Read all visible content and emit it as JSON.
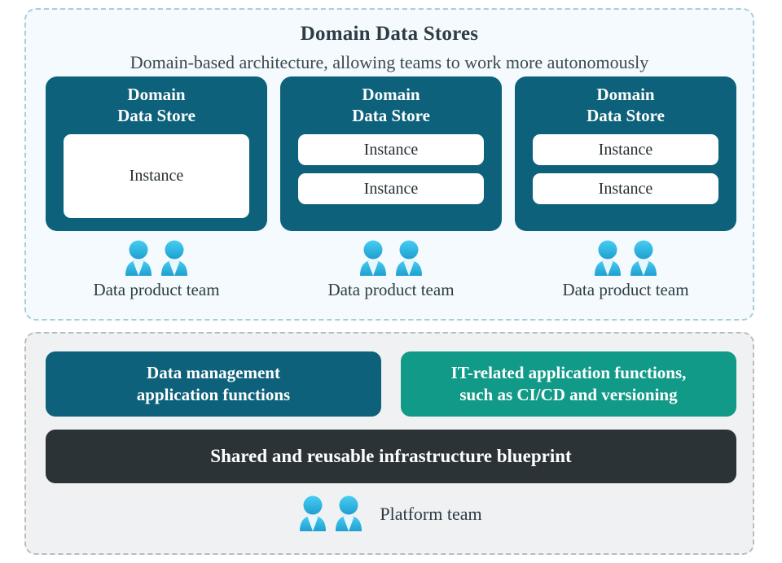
{
  "domain_panel": {
    "title": "Domain Data Stores",
    "subtitle": "Domain-based architecture, allowing teams to work more autonomously",
    "stores": [
      {
        "title": "Domain\nData Store",
        "instances": [
          "Instance"
        ],
        "team_label": "Data product team",
        "team_icon": "people-icon"
      },
      {
        "title": "Domain\nData Store",
        "instances": [
          "Instance",
          "Instance"
        ],
        "team_label": "Data product team",
        "team_icon": "people-icon"
      },
      {
        "title": "Domain\nData Store",
        "instances": [
          "Instance",
          "Instance"
        ],
        "team_label": "Data product team",
        "team_icon": "people-icon"
      }
    ]
  },
  "platform_panel": {
    "functions": [
      {
        "label": "Data management\napplication functions",
        "color": "#0d617b"
      },
      {
        "label": "IT-related application functions,\nsuch as CI/CD and versioning",
        "color": "#119a88"
      }
    ],
    "infrastructure": {
      "label": "Shared and reusable infrastructure blueprint",
      "color": "#2b3337"
    },
    "team": {
      "label": "Platform team",
      "icon": "people-icon"
    }
  },
  "colors": {
    "domain_panel_bg": "#f4fafd",
    "domain_panel_border": "#a9ccdb",
    "platform_panel_bg": "#f0f1f2",
    "platform_panel_border": "#b9bcbe",
    "store_box": "#0d617b",
    "accent_green": "#119a88",
    "infra_dark": "#2b3337",
    "instance_bg": "#ffffff",
    "person_top": "#3fc6ef",
    "person_bottom": "#1f9fd0",
    "text_dark": "#2e3d45"
  }
}
